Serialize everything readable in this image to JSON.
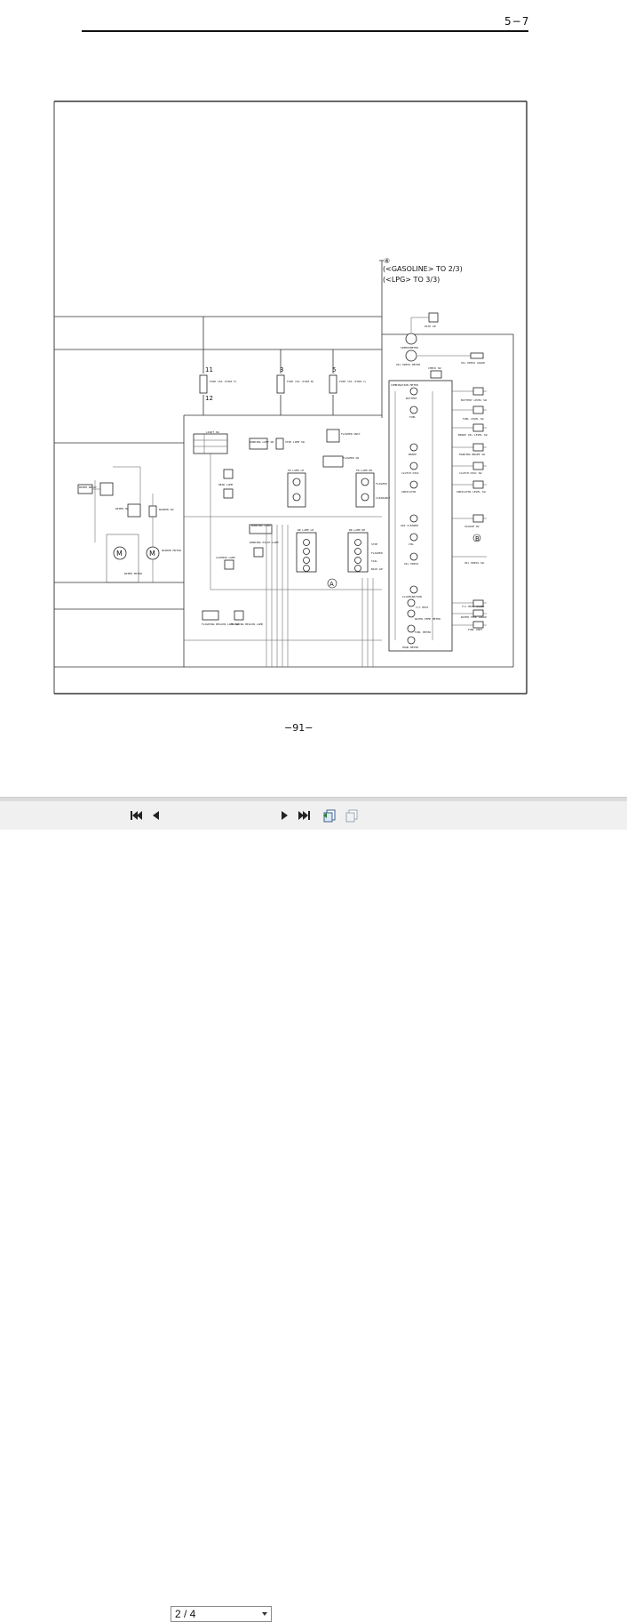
{
  "document": {
    "page_number": "5−7",
    "footer_page": "−91−",
    "legend": {
      "circle_label": "④",
      "gasoline": "(<GASOLINE>  TO 2/3)",
      "lpg": "(<LPG>          TO 3/3)"
    },
    "markers": {
      "a": "A",
      "b": "B"
    },
    "labels": {
      "fuse_1_num_top": "11",
      "fuse_1_num_bottom": "12",
      "fuse_2_num": "3",
      "fuse_3_num": "5",
      "fuse_1": "FUSE 15A (FUSE F)",
      "fuse_2": "FUSE 15A (FUSE B)",
      "fuse_3": "FUSE 15A (FUSE C)",
      "pick_up": "PICK UP",
      "speedometer": "SPEEDOMETER",
      "oil_press_meter": "OIL PRESS METER",
      "oil_press_gauge": "OIL PRESS GAUGE",
      "check_sw": "CHECK SW",
      "combination_meter": "COMBINATION METER",
      "battery": "BATTERY",
      "battery_level_sw": "BATTERY LEVEL SW",
      "fuel": "FUEL",
      "fuel_level_sw": "FUEL LEVEL SW",
      "brake_oil_level_sw": "BRAKE OIL LEVEL SW",
      "brake": "BRAKE",
      "parking_brake_sw": "PARKING BRAKE SW",
      "clutch_disc": "CLUTCH DISC",
      "clutch_disc_sw": "CLUTCH DISC SW",
      "indicator": "INDICATOR",
      "indicator_level_sw": "INDICATOR LEVEL SW",
      "air_cleaner": "AIR CLEANER",
      "vacuum_sw": "VACUUM SW",
      "chg": "CHG",
      "oil_press": "OIL PRESS",
      "oil_press_sw": "OIL PRESS SW",
      "illumination": "ILLUMINATION",
      "tc_heat": "T/C HEAT",
      "tc_heat_gauge": "T/C HEAT GAUGE",
      "water_temp": "WATER TEMP METER",
      "water_temp_gauge": "WATER TEMP GAUGE",
      "fuel_meter": "FUEL METER",
      "fuel_unit": "FUEL UNIT",
      "hour_meter": "HOUR METER",
      "light_sw": "LIGHT SW",
      "head_lamp": "HEAD LAMP",
      "working_lamp_sw": "WORKING LAMP SW",
      "stop_lamp_sw": "STOP LAMP SW",
      "flasher_unit": "FLASHER UNIT",
      "flasher_sw": "FLASHER SW",
      "fr_lamp_lh": "FR LAMP LH",
      "fr_lamp_rh": "FR LAMP RH",
      "flasher": "FLASHER",
      "clearance": "CLEARANCE",
      "rr_lamp_lh": "RR LAMP LH",
      "rr_lamp_rh": "RR LAMP RH",
      "stop": "STOP",
      "tail": "TAIL",
      "back_up": "BACK-UP",
      "working_lamp": "WORKING LAMP",
      "working_pilot_lamp": "WORKING PILOT LAMP",
      "license_lamp": "LICENSE LAMP",
      "wiper_relay": "WIPER RELAY",
      "wiper_sw": "WIPER SW",
      "washer_sw": "WASHER SW",
      "wiper_motor": "WIPER MOTOR",
      "washer_motor": "WASHER MOTOR",
      "flashing_beacon_lamp_sw": "FLASHING BEACON LAMP SW",
      "flashing_beacon_lamp": "FLASHING BEACON LAMP",
      "motor_symbol": "M"
    }
  },
  "toolbar": {
    "page_select_value": "2 / 4",
    "first_page_icon": "first-page-icon",
    "prev_page_icon": "previous-page-icon",
    "next_page_icon": "next-page-icon",
    "last_page_icon": "last-page-icon",
    "page_mode_icon": "page-mode-icon",
    "copy_icon": "copy-icon"
  }
}
